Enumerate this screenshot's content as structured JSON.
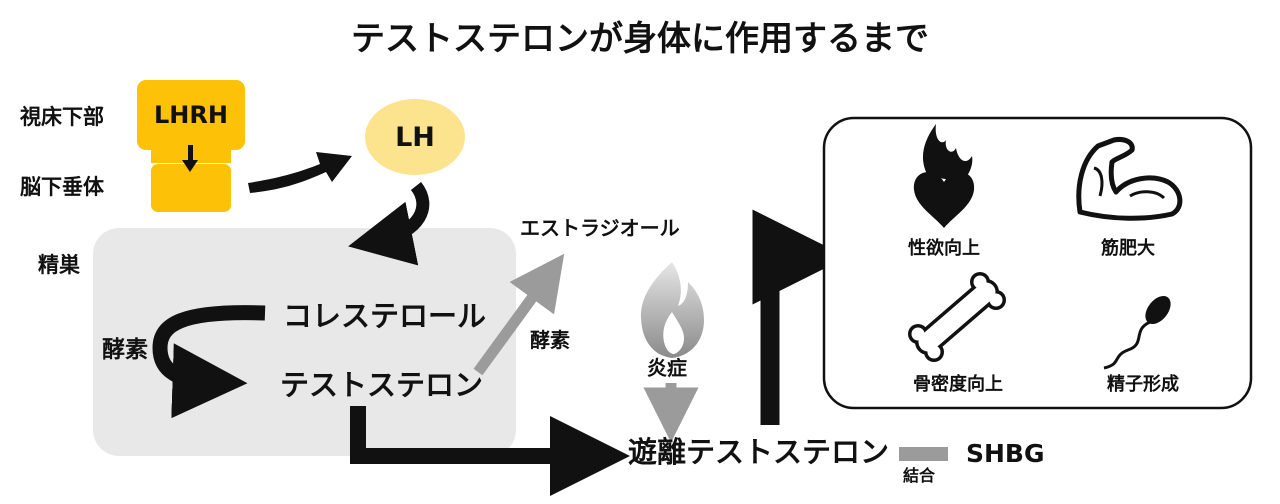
{
  "title": "テストステロンが身体に作用するまで",
  "labels": {
    "hypothalamus": "視床下部",
    "pituitary": "脳下垂体",
    "testis": "精巣",
    "lhrh": "LHRH",
    "lh": "LH",
    "cholesterol": "コレステロール",
    "testosterone": "テストステロン",
    "enzyme_left": "酵素",
    "estradiol": "エストラジオール",
    "enzyme_right": "酵素",
    "inflammation": "炎症",
    "free_testosterone": "遊離テストステロン",
    "shbg": "SHBG",
    "binding": "結合"
  },
  "effects": [
    {
      "label": "性欲向上",
      "icon": "flaming-heart-icon"
    },
    {
      "label": "筋肥大",
      "icon": "flexed-arm-icon"
    },
    {
      "label": "骨密度向上",
      "icon": "bone-icon"
    },
    {
      "label": "精子形成",
      "icon": "sperm-icon"
    }
  ],
  "colors": {
    "lhrh": "#FDC107",
    "lh": "#FCE38E",
    "testis_area": "#E8E8E8",
    "gray_arrow": "#9B9B9B",
    "black": "#111111"
  }
}
